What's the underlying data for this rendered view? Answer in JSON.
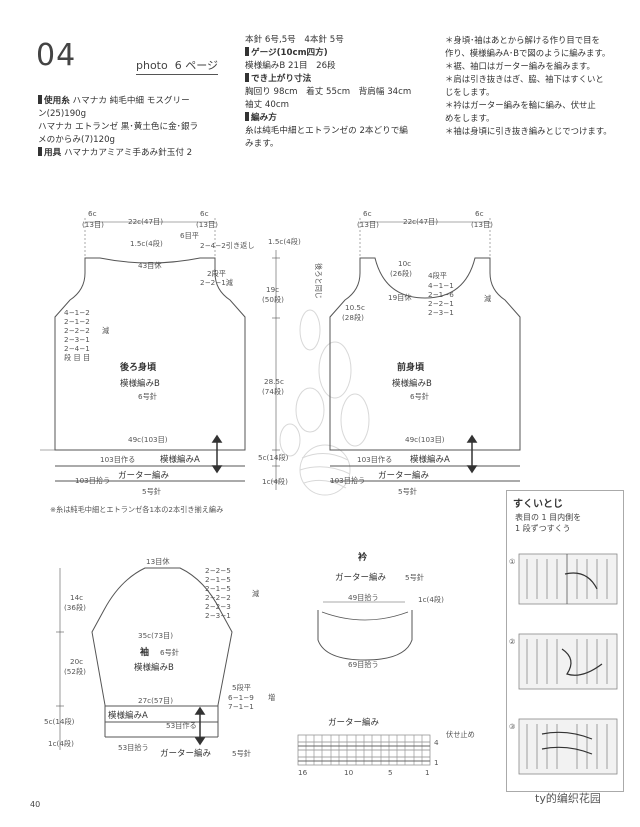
{
  "header": {
    "number": "04",
    "photo_label": "photo",
    "photo_page": "6",
    "page_suffix": "ページ"
  },
  "materials": {
    "yarn_label": "使用糸",
    "yarn_line1": "ハマナカ 純毛中細 モスグリー",
    "yarn_line2": "ン(25)190g",
    "yarn_line3": "ハマナカ エトランゼ 黒･黄土色に金･銀ラ",
    "yarn_line4": "メのからみ(7)120g",
    "tools_label": "用具",
    "tools_text": "ハマナカアミアミ手あみ針玉付 2"
  },
  "specs": {
    "needles": "本針 6号,5号　4本針 5号",
    "gauge_label": "ゲージ(10cm四方)",
    "gauge_text": "模様編みB 21目　26段",
    "size_label": "でき上がり寸法",
    "size_line1": "胸回り 98cm　着丈 55cm　背肩幅 34cm",
    "size_line2": "袖丈 40cm",
    "method_label": "編み方",
    "method_line1": "糸は純毛中細とエトランゼの 2本どりで編",
    "method_line2": "みます。"
  },
  "notes": [
    "＊身頃･袖はあとから解ける作り目で目を",
    "作り、模様編みA･Bで図のように編みます。",
    "＊裾、袖口はガーター編みを編みます。",
    "＊肩は引き抜きはぎ、脇、袖下はすくいと",
    "じをします。",
    "＊衿はガーター編みを輪に編み、伏せ止",
    "めをします。",
    "＊袖は身頃に引き抜き編みとじでつけます。"
  ],
  "back": {
    "title": "後ろ身頃",
    "pattern": "模様編みB",
    "needle": "6号針",
    "top_left": "6c",
    "top_left_s": "(13目)",
    "top_mid": "22c(47目)",
    "top_right": "6c",
    "top_right_s": "(13目)",
    "neck1": "1.5c(4段)",
    "neck2": "6目平",
    "neck3": "2−4−2引き返し",
    "neck_rest": "43目休",
    "neck4": "2段平",
    "neck5": "2−2−1減",
    "arm_list": [
      "4−1−2",
      "2−1−2",
      "2−2−2",
      "2−3−1",
      "2−4−1",
      "段 目 目"
    ],
    "dec": "減",
    "chest": "49c(103目)",
    "cast": "103目作る",
    "pattern_a": "模様編みA",
    "garter": "ガーター編み",
    "garter_needle": "5号針",
    "pickup": "103目拾う"
  },
  "front": {
    "title": "前身頃",
    "pattern": "模様編みB",
    "needle": "6号針",
    "top_left": "6c",
    "top_left_s": "(13目)",
    "top_mid": "22c(47目)",
    "top_right": "6c",
    "top_right_s": "(13目)",
    "depth1": "10c",
    "depth1_s": "(26段)",
    "depth2": "10.5c",
    "depth2_s": "(28段)",
    "rest": "19目休",
    "flat": "4段平",
    "arm_list": [
      "4−1−1",
      "2−1−6",
      "2−2−1",
      "2−3−1"
    ],
    "dec": "減",
    "same": "後ろと同じ",
    "chest": "49c(103目)",
    "cast": "103目作る",
    "pattern_a": "模様編みA",
    "garter": "ガーター編み",
    "garter_needle": "5号針",
    "pickup": "103目拾う"
  },
  "side": {
    "d1": "1.5c(4段)",
    "d2": "19c",
    "d2_s": "(50段)",
    "d3": "28.5c",
    "d3_s": "(74段)",
    "d4": "5c(14段)",
    "d5": "1c(4段)"
  },
  "footnote": "※糸は純毛中細とエトランゼ各1本の2本引き揃え編み",
  "sleeve": {
    "title": "袖",
    "needle": "6号針",
    "pattern": "模様編みB",
    "top_rest": "13目休",
    "cap_list": [
      "2−2−5",
      "2−1−5",
      "2−1−5",
      "2−2−2",
      "2−2−3",
      "2−3−1"
    ],
    "cap_dec": "減",
    "width": "35c(73目)",
    "cuff_w": "27c(57目)",
    "cast": "53目作る",
    "pattern_a": "模様編みA",
    "garter": "ガーター編み",
    "garter_needle": "5号針",
    "pickup": "53目拾う",
    "h1": "14c",
    "h1_s": "(36段)",
    "h2": "20c",
    "h2_s": "(52段)",
    "h3": "5c(14段)",
    "h4": "1c(4段)",
    "inc_list": [
      "5段平",
      "6−1−9",
      "7−1−1"
    ],
    "inc": "増"
  },
  "collar": {
    "title": "衿",
    "sub": "ガーター編み",
    "needle": "5号針",
    "pickup": "49目拾う",
    "rows": "1c(4段)",
    "total": "69目拾う"
  },
  "chart": {
    "title": "ガーター編み",
    "bind": "伏せ止め",
    "row4": "4",
    "row1": "1",
    "cols": [
      "16",
      "10",
      "5",
      "1"
    ]
  },
  "panel": {
    "title": "すくいとじ",
    "sub1": "表目の 1 目内側を",
    "sub2": "1 段ずつすくう",
    "steps": [
      "①",
      "②",
      "③"
    ]
  },
  "page_number": "40",
  "watermark": "ty的编织花园"
}
